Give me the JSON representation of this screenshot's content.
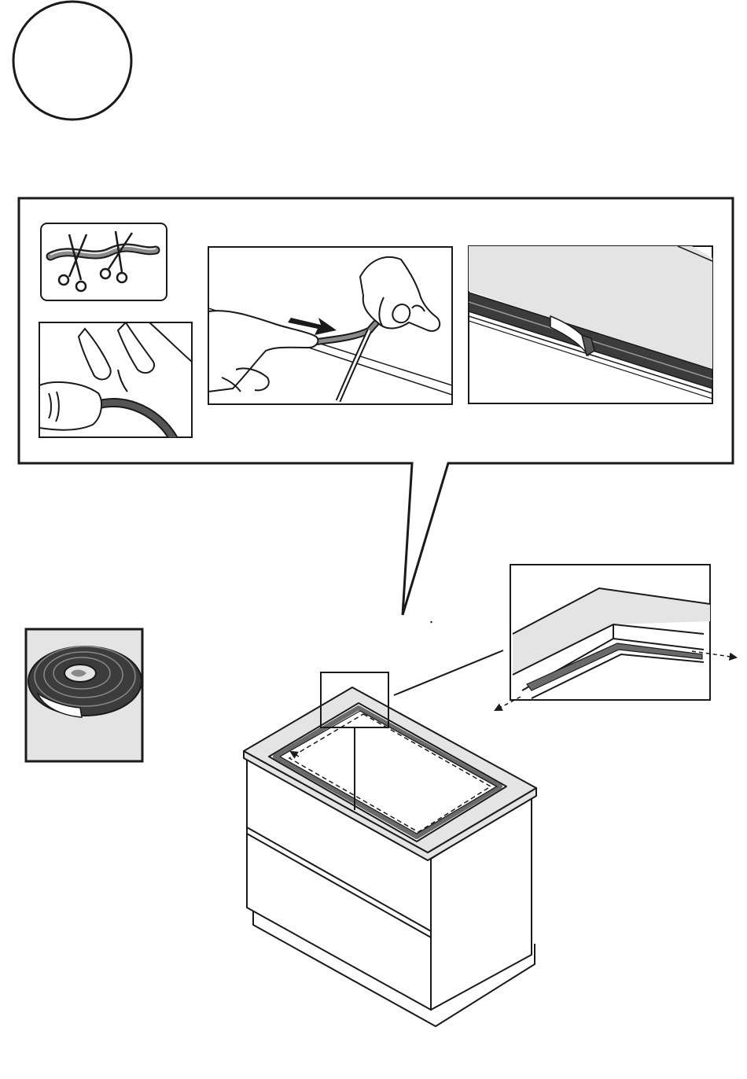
{
  "page": {
    "step_number": "",
    "colors": {
      "ink": "#1a1a1a",
      "seal_dark": "#3c3c3c",
      "seal_mid": "#6a6a6a",
      "surface_light": "#e4e4e4",
      "paper": "#ffffff"
    }
  },
  "panels": [
    {
      "name": "cut-seal-to-length",
      "icons": [
        "seal-strip-icon",
        "scissors-icon",
        "scissors-icon"
      ]
    },
    {
      "name": "peel-backing-film",
      "icons": [
        "fingers-icon",
        "seal-roll-edge-icon"
      ]
    },
    {
      "name": "press-seal-along-edge",
      "icons": [
        "hand-icon",
        "arrow-right-icon",
        "seal-strip-icon"
      ]
    },
    {
      "name": "seal-applied-on-edge",
      "icons": [
        "countertop-edge-icon",
        "seal-strip-icon"
      ]
    },
    {
      "name": "seal-roll",
      "icons": [
        "seal-roll-icon"
      ]
    },
    {
      "name": "corner-detail",
      "icons": [
        "cutout-corner-icon",
        "arrow-dashed-icon"
      ]
    },
    {
      "name": "cabinet-with-cutout",
      "icons": [
        "cabinet-icon",
        "cutout-direction-arrow-icon"
      ]
    }
  ]
}
